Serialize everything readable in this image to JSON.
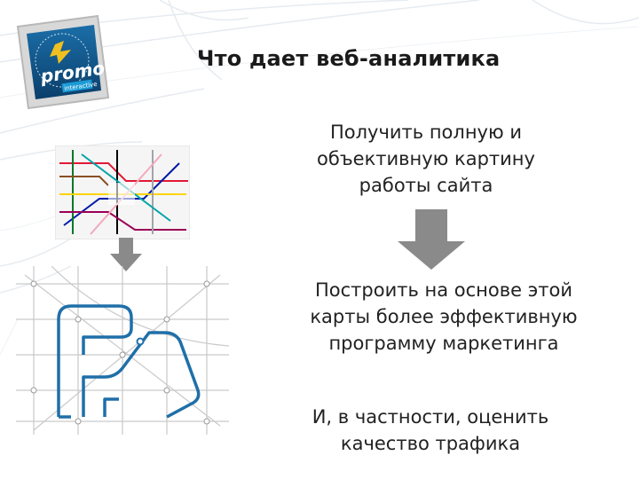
{
  "slide": {
    "title": "Что дает веб-аналитика",
    "point1_lines": [
      "Получить полную и",
      "объективную картину",
      "работы сайта"
    ],
    "point2_lines": [
      "Построить на основе этой",
      "карты более эффективную",
      "программу маркетинга"
    ],
    "point3_lines": [
      "И, в частности, оценить",
      "качество трафика"
    ]
  },
  "logo": {
    "word": "promo",
    "badge": "interactive"
  },
  "colors": {
    "title": "#1a1a1a",
    "arrow": "#8a8a8a",
    "metro_blue": "#1f6fa8",
    "background_lines": "#e3e8ee"
  },
  "icons": [
    "down-arrow-icon",
    "promo-logo-icon",
    "metro-map-image",
    "redrawn-metro-map-image"
  ]
}
